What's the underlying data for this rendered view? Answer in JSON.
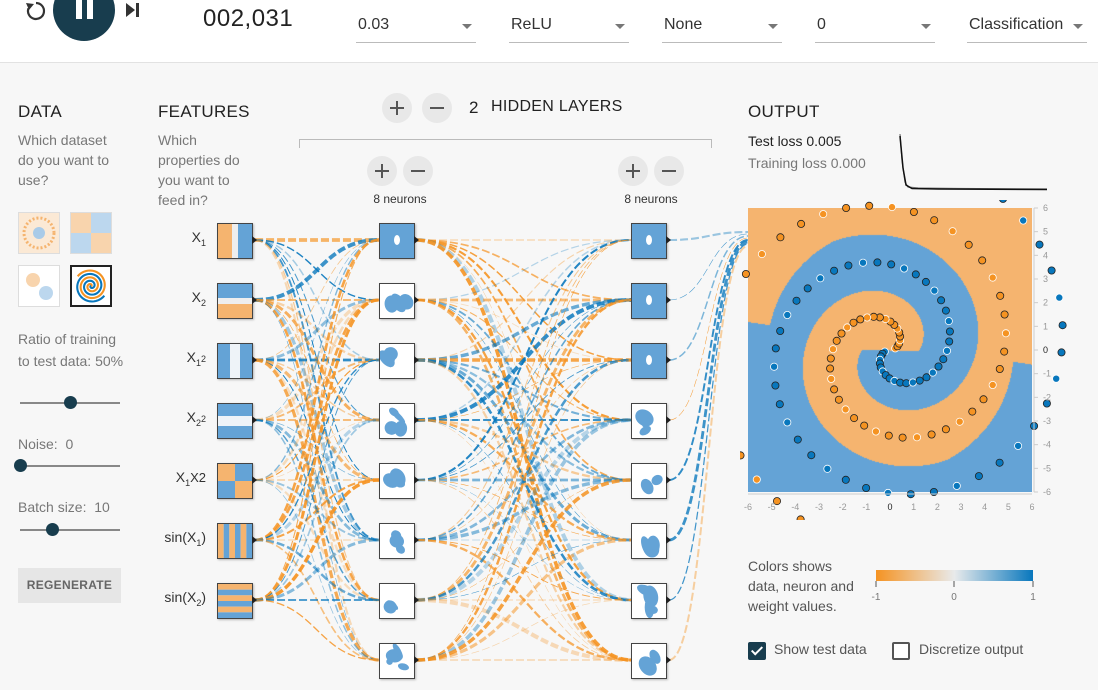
{
  "topbar": {
    "epoch": "002,031",
    "learning_rate": "0.03",
    "activation": "ReLU",
    "regularization": "None",
    "reg_rate": "0",
    "problem_type": "Classification"
  },
  "data_panel": {
    "title": "DATA",
    "subtitle": "Which dataset do you want to use?",
    "ratio_label": "Ratio of training to test data:",
    "ratio_value": "50%",
    "ratio_fraction": 0.5,
    "noise_label": "Noise:",
    "noise_value": "0",
    "noise_fraction": 0.0,
    "batch_label": "Batch size:",
    "batch_value": "10",
    "batch_fraction": 0.32,
    "regenerate_label": "REGENERATE"
  },
  "features_panel": {
    "title": "FEATURES",
    "subtitle": "Which properties do you want to feed in?",
    "features": [
      {
        "main": "X",
        "sub": "1",
        "tail": "",
        "kind": "x1"
      },
      {
        "main": "X",
        "sub": "2",
        "tail": "",
        "kind": "x2"
      },
      {
        "main": "X",
        "sub": "1",
        "tail": "2",
        "kind": "x1sq"
      },
      {
        "main": "X",
        "sub": "2",
        "tail": "2",
        "kind": "x2sq"
      },
      {
        "main": "X",
        "sub": "1",
        "tail": "X2",
        "kind": "x1x2"
      },
      {
        "main": "sin(X",
        "sub": "1",
        "tail": ")",
        "kind": "sinx1"
      },
      {
        "main": "sin(X",
        "sub": "2",
        "tail": ")",
        "kind": "sinx2"
      }
    ]
  },
  "network": {
    "layer_count": "2",
    "layers_label": "HIDDEN LAYERS",
    "layers": [
      {
        "neurons_label": "8 neurons"
      },
      {
        "neurons_label": "8 neurons"
      }
    ]
  },
  "output_panel": {
    "title": "OUTPUT",
    "test_loss_label": "Test loss",
    "test_loss_value": "0.005",
    "training_loss_label": "Training loss",
    "training_loss_value": "0.000",
    "axis_ticks_x": [
      "-6",
      "-5",
      "-4",
      "-3",
      "-2",
      "-1",
      "0",
      "1",
      "2",
      "3",
      "4",
      "5",
      "6"
    ],
    "axis_ticks_y": [
      "6",
      "5",
      "4",
      "3",
      "2",
      "1",
      "0",
      "-1",
      "-2",
      "-3",
      "-4",
      "-5",
      "-6"
    ],
    "legend_text": "Colors shows data, neuron and weight values.",
    "legend_min": "-1",
    "legend_mid": "0",
    "legend_max": "1",
    "show_test_label": "Show test data",
    "show_test_checked": true,
    "discretize_label": "Discretize output",
    "discretize_checked": false
  },
  "colors": {
    "orange": "#f59322",
    "blue": "#0877bd",
    "bg_orange": "#f5b46f",
    "bg_blue": "#64a3d6",
    "accent": "#183d4e"
  }
}
